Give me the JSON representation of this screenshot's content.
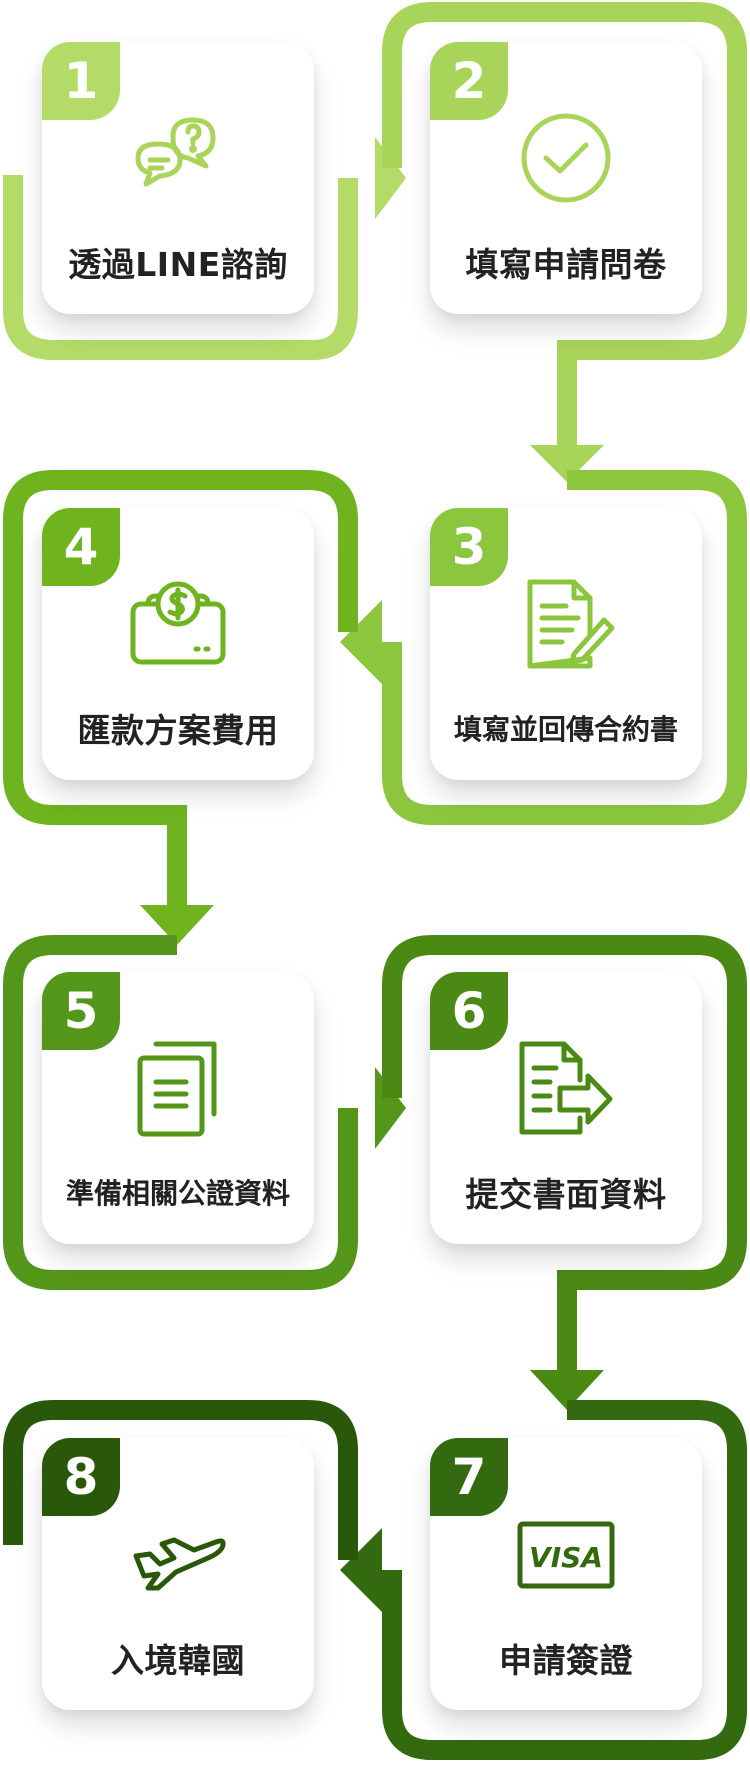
{
  "steps": [
    {
      "number": "1",
      "label": "透過LINE諮詢",
      "icon": "chat-question-icon",
      "color": "#b4db68"
    },
    {
      "number": "2",
      "label": "填寫申請問卷",
      "icon": "check-circle-icon",
      "color": "#a8d45a"
    },
    {
      "number": "3",
      "label": "填寫並回傳合約書",
      "icon": "document-sign-icon",
      "color": "#8cc63f"
    },
    {
      "number": "4",
      "label": "匯款方案費用",
      "icon": "money-payment-icon",
      "color": "#6fb31e"
    },
    {
      "number": "5",
      "label": "準備相關公證資料",
      "icon": "documents-copy-icon",
      "color": "#54961a"
    },
    {
      "number": "6",
      "label": "提交書面資料",
      "icon": "document-submit-icon",
      "color": "#4a8a14"
    },
    {
      "number": "7",
      "label": "申請簽證",
      "icon": "visa-card-icon",
      "color": "#346a0f"
    },
    {
      "number": "8",
      "label": "入境韓國",
      "icon": "airplane-icon",
      "color": "#2a580b"
    }
  ],
  "icons": {
    "visa_text": "VISA"
  }
}
